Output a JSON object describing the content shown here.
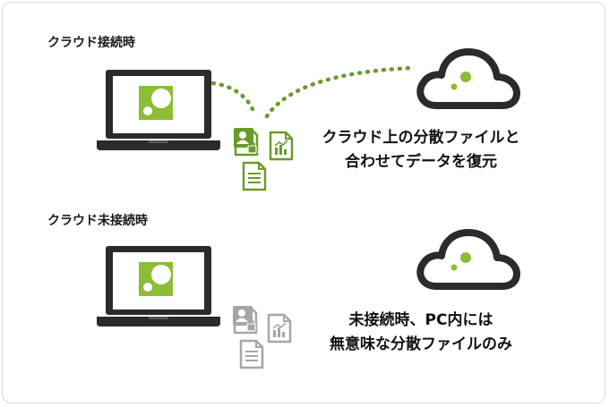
{
  "connected": {
    "title": "クラウド接続時",
    "caption_line1": "クラウド上の分散ファイルと",
    "caption_line2": "合わせてデータを復元",
    "accent_color": "#6a9a2a"
  },
  "disconnected": {
    "title": "クラウド未接続時",
    "caption_line1": "未接続時、PC内には",
    "caption_line2": "無意味な分散ファイルのみ",
    "accent_color": "#a6a6a6"
  },
  "icons": {
    "laptop": "laptop-icon",
    "logo": "app-logo-icon",
    "cloud": "cloud-icon",
    "user_lock": "user-lock-file-icon",
    "chart": "chart-file-icon",
    "document": "document-file-icon"
  },
  "colors": {
    "dark": "#2b2b2b",
    "green": "#8bbd35",
    "green_dark": "#6a9a2a",
    "gray": "#a6a6a6",
    "frame": "#d9d9d9"
  }
}
